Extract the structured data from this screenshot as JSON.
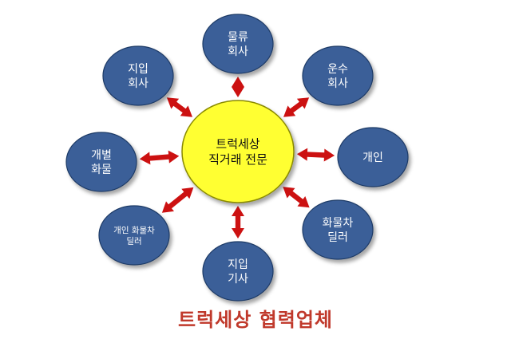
{
  "center": {
    "lines": [
      "트럭세상",
      "직거래 전문"
    ],
    "fill": "#ffff33",
    "stroke": "#8a8a00"
  },
  "partners": [
    {
      "id": "logistics-company",
      "lines": [
        "물류",
        "회사"
      ]
    },
    {
      "id": "transport-company",
      "lines": [
        "운수",
        "회사"
      ]
    },
    {
      "id": "individual",
      "lines": [
        "개인"
      ]
    },
    {
      "id": "truck-dealer",
      "lines": [
        "화물차",
        "딜러"
      ]
    },
    {
      "id": "owner-driver",
      "lines": [
        "지입",
        "기사"
      ]
    },
    {
      "id": "individual-truck-dealer",
      "lines": [
        "개인 화물차",
        "딜러"
      ]
    },
    {
      "id": "individual-cargo",
      "lines": [
        "개별",
        "화물"
      ]
    },
    {
      "id": "owner-operator-company",
      "lines": [
        "지입",
        "회사"
      ]
    }
  ],
  "colors": {
    "partner_fill": "#3a5f98",
    "partner_stroke": "#1f3a66",
    "partner_text": "#ffffff",
    "arrow": "#cc1111",
    "caption": "#c0392b"
  },
  "caption": "트럭세상 협력업체"
}
